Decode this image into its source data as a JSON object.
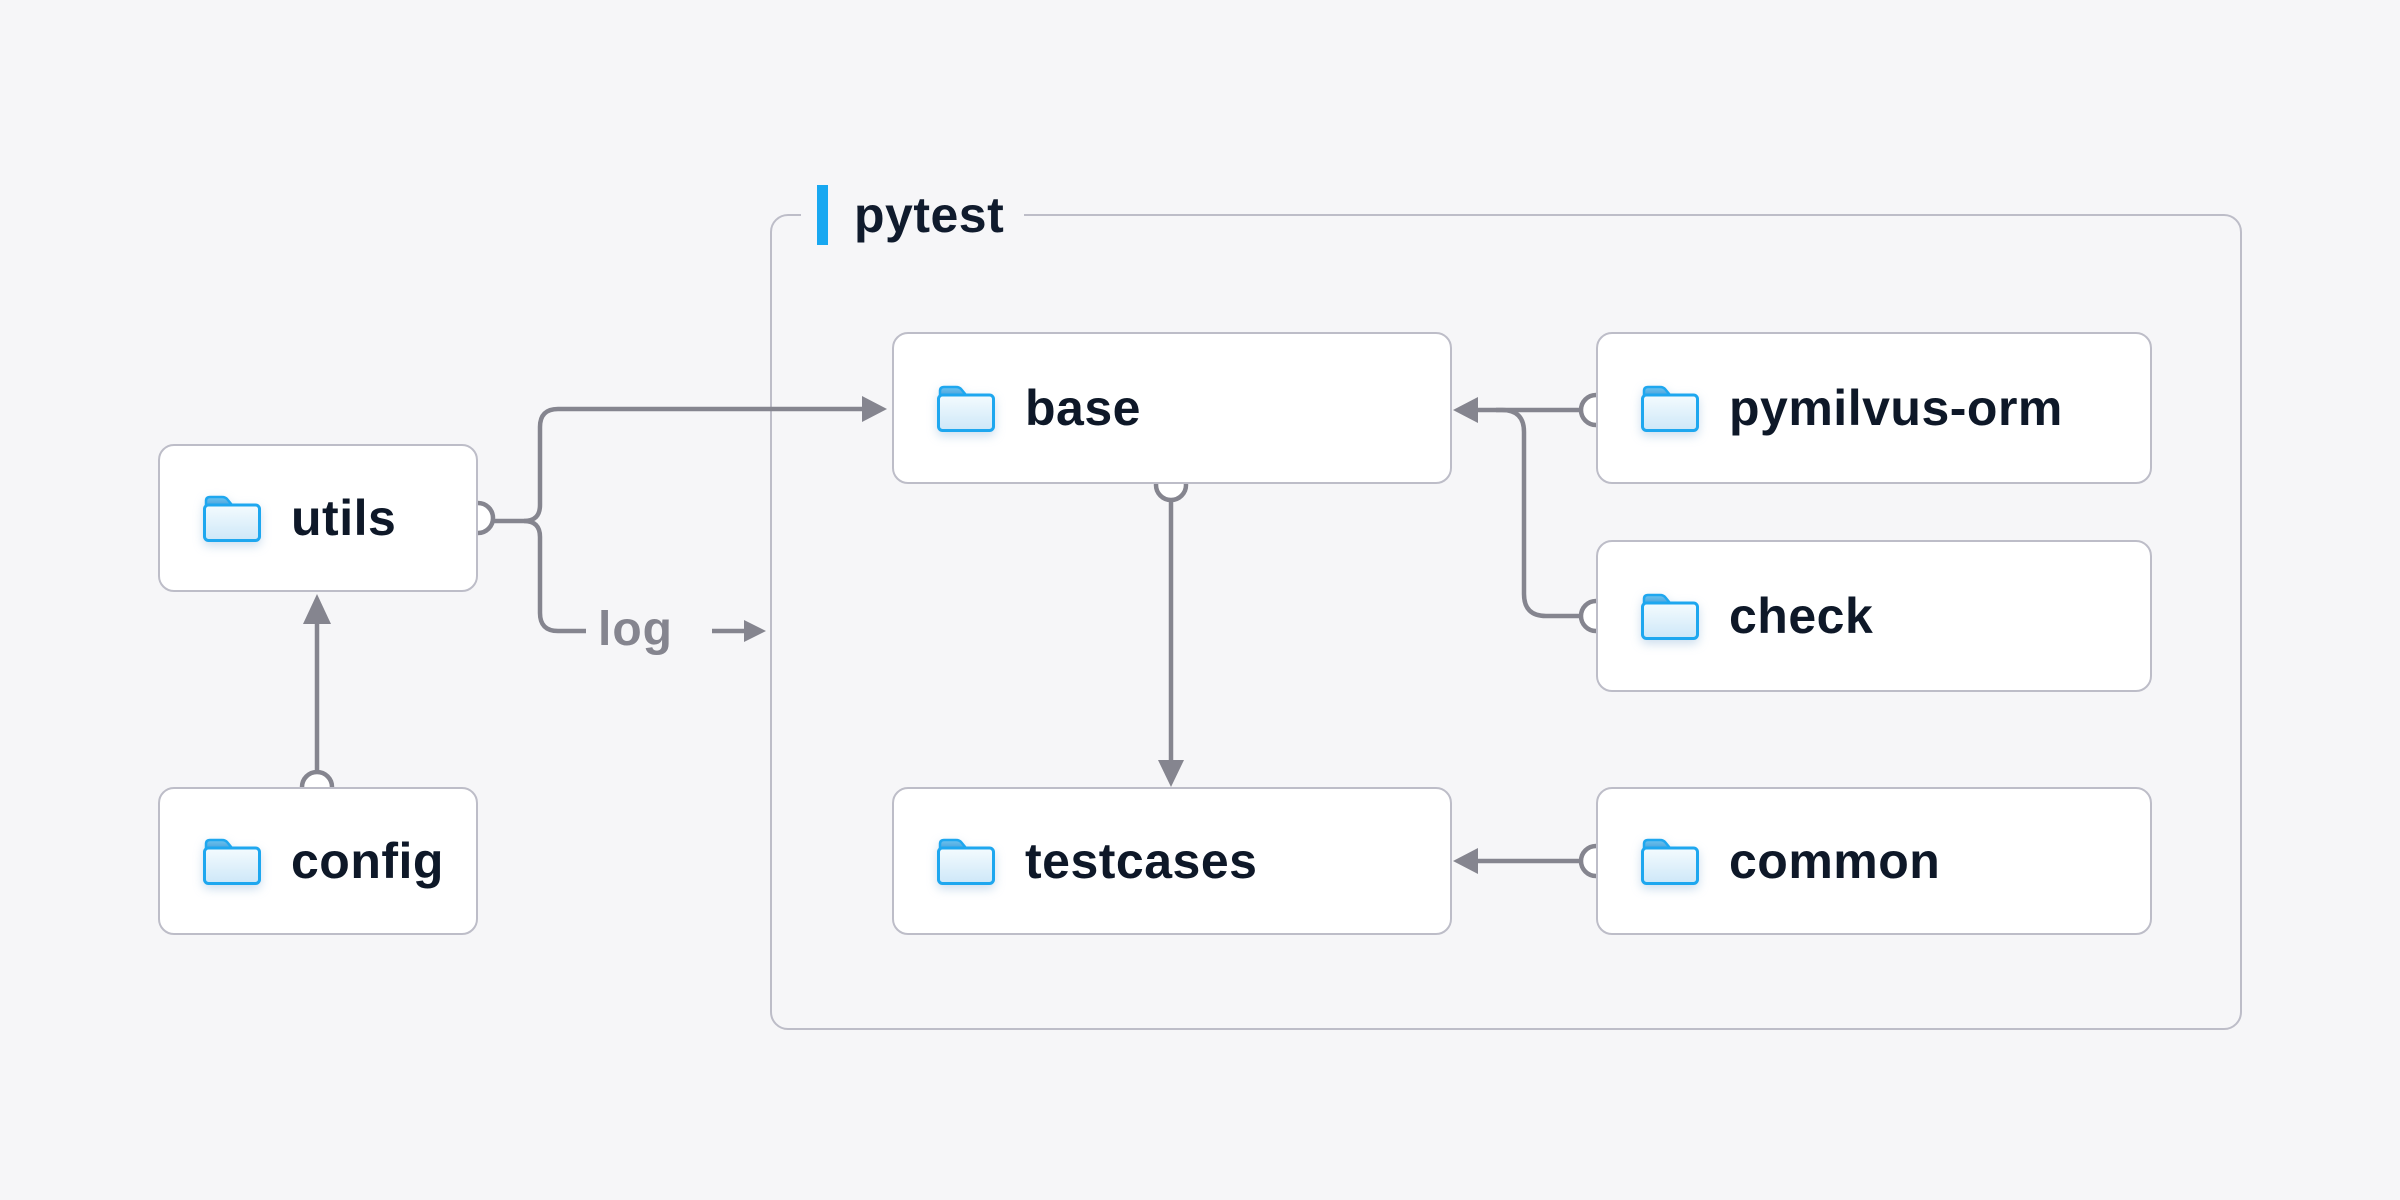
{
  "diagram": {
    "title_group": {
      "label": "pytest"
    },
    "nodes": [
      {
        "id": "utils",
        "label": "utils",
        "icon": "folder-icon"
      },
      {
        "id": "config",
        "label": "config",
        "icon": "folder-icon"
      },
      {
        "id": "base",
        "label": "base",
        "icon": "folder-icon"
      },
      {
        "id": "testcases",
        "label": "testcases",
        "icon": "folder-icon"
      },
      {
        "id": "pymilvus-orm",
        "label": "pymilvus-orm",
        "icon": "folder-icon"
      },
      {
        "id": "check",
        "label": "check",
        "icon": "folder-icon"
      },
      {
        "id": "common",
        "label": "common",
        "icon": "folder-icon"
      }
    ],
    "edges": [
      {
        "from": "config",
        "to": "utils",
        "label": ""
      },
      {
        "from": "utils",
        "to": "base",
        "label": ""
      },
      {
        "from": "utils",
        "to": "pytest",
        "label": "log"
      },
      {
        "from": "base",
        "to": "testcases",
        "label": ""
      },
      {
        "from": "pymilvus-orm",
        "to": "base",
        "label": ""
      },
      {
        "from": "check",
        "to": "base",
        "label": ""
      },
      {
        "from": "common",
        "to": "testcases",
        "label": ""
      }
    ],
    "colors": {
      "background": "#f6f6f8",
      "node_fill": "#ffffff",
      "node_border": "#bdbdc8",
      "edge_gray": "#85858f",
      "text_navy": "#0e1828",
      "accent_blue": "#18a8f1",
      "folder_blue": "#1ea7ef"
    }
  }
}
